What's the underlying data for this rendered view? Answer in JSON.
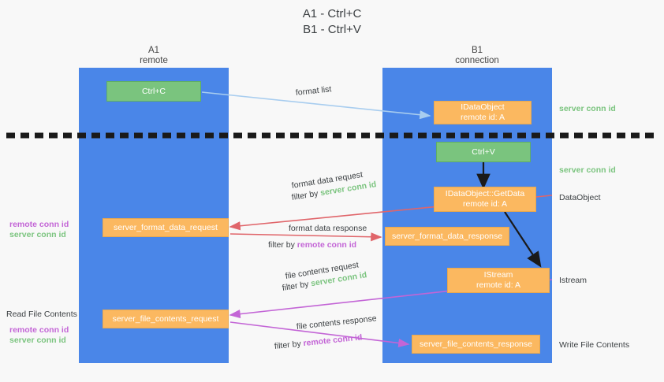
{
  "title": {
    "line1": "A1 - Ctrl+C",
    "line2": "B1 - Ctrl+V"
  },
  "columns": [
    {
      "name": "A1",
      "sub": "remote"
    },
    {
      "name": "B1",
      "sub": "connection"
    }
  ],
  "boxes": {
    "ctrl_c": "Ctrl+C",
    "ctrl_v": "Ctrl+V",
    "idataobject": {
      "line1": "IDataObject",
      "line2": "remote id: A"
    },
    "getdata": {
      "line1": "IDataObject::GetData",
      "line2": "remote id: A"
    },
    "istream": {
      "line1": "IStream",
      "line2": "remote id: A"
    },
    "format_data_request": "server_format_data_request",
    "format_data_response": "server_format_data_response",
    "file_contents_request": "server_file_contents_request",
    "file_contents_response": "server_file_contents_response"
  },
  "annotations": {
    "format_list": "format list",
    "format_data_request": "format data request",
    "format_data_response": "format data response",
    "file_contents_request": "file contents request",
    "file_contents_response": "file contents response",
    "filter_by": "filter by ",
    "server_conn_id": "server conn id",
    "remote_conn_id": "remote conn id"
  },
  "side_labels": {
    "right_server_conn_top": "server conn id",
    "right_server_conn_mid": "server conn id",
    "right_dataobject": "DataObject",
    "right_istream": "Istream",
    "right_write_file": "Write File Contents",
    "left_read_file": "Read File Contents",
    "left_remote_conn_1": "remote conn id",
    "left_server_conn_1": "server conn id",
    "left_remote_conn_2": "remote conn id",
    "left_server_conn_2": "server conn id"
  },
  "colors": {
    "lane": "#4a86e8",
    "orange": "#fbb860",
    "green_box": "#7ac47e",
    "green_text": "#7bc47f",
    "purple": "#c365d6",
    "red_arrow": "#e0656a",
    "blue_arrow": "#a8cdef",
    "black": "#1a1a1a",
    "background": "#f8f8f8"
  }
}
